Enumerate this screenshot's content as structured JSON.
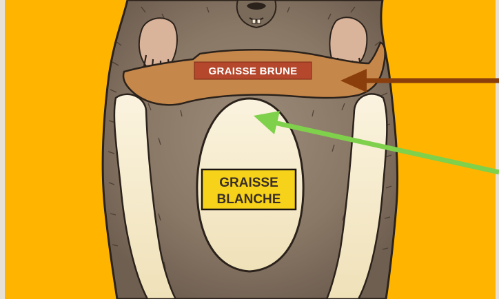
{
  "labels": {
    "brown_fat": "GRAISSE BRUNE",
    "white_fat_line1": "GRAISSE",
    "white_fat_line2": "BLANCHE"
  },
  "colors": {
    "background": "#FFB400",
    "fur": "#8E7E6E",
    "outline": "#2B221B",
    "brown_fat": "#C6874A",
    "brown_label_bg": "#B5472C",
    "white_fat": "#FBF1D8",
    "white_label_bg": "#F7D21B",
    "brown_arrow": "#8A3E0C",
    "green_arrow": "#7FD04B"
  },
  "icons": {
    "animal": "groundhog-illustration"
  }
}
